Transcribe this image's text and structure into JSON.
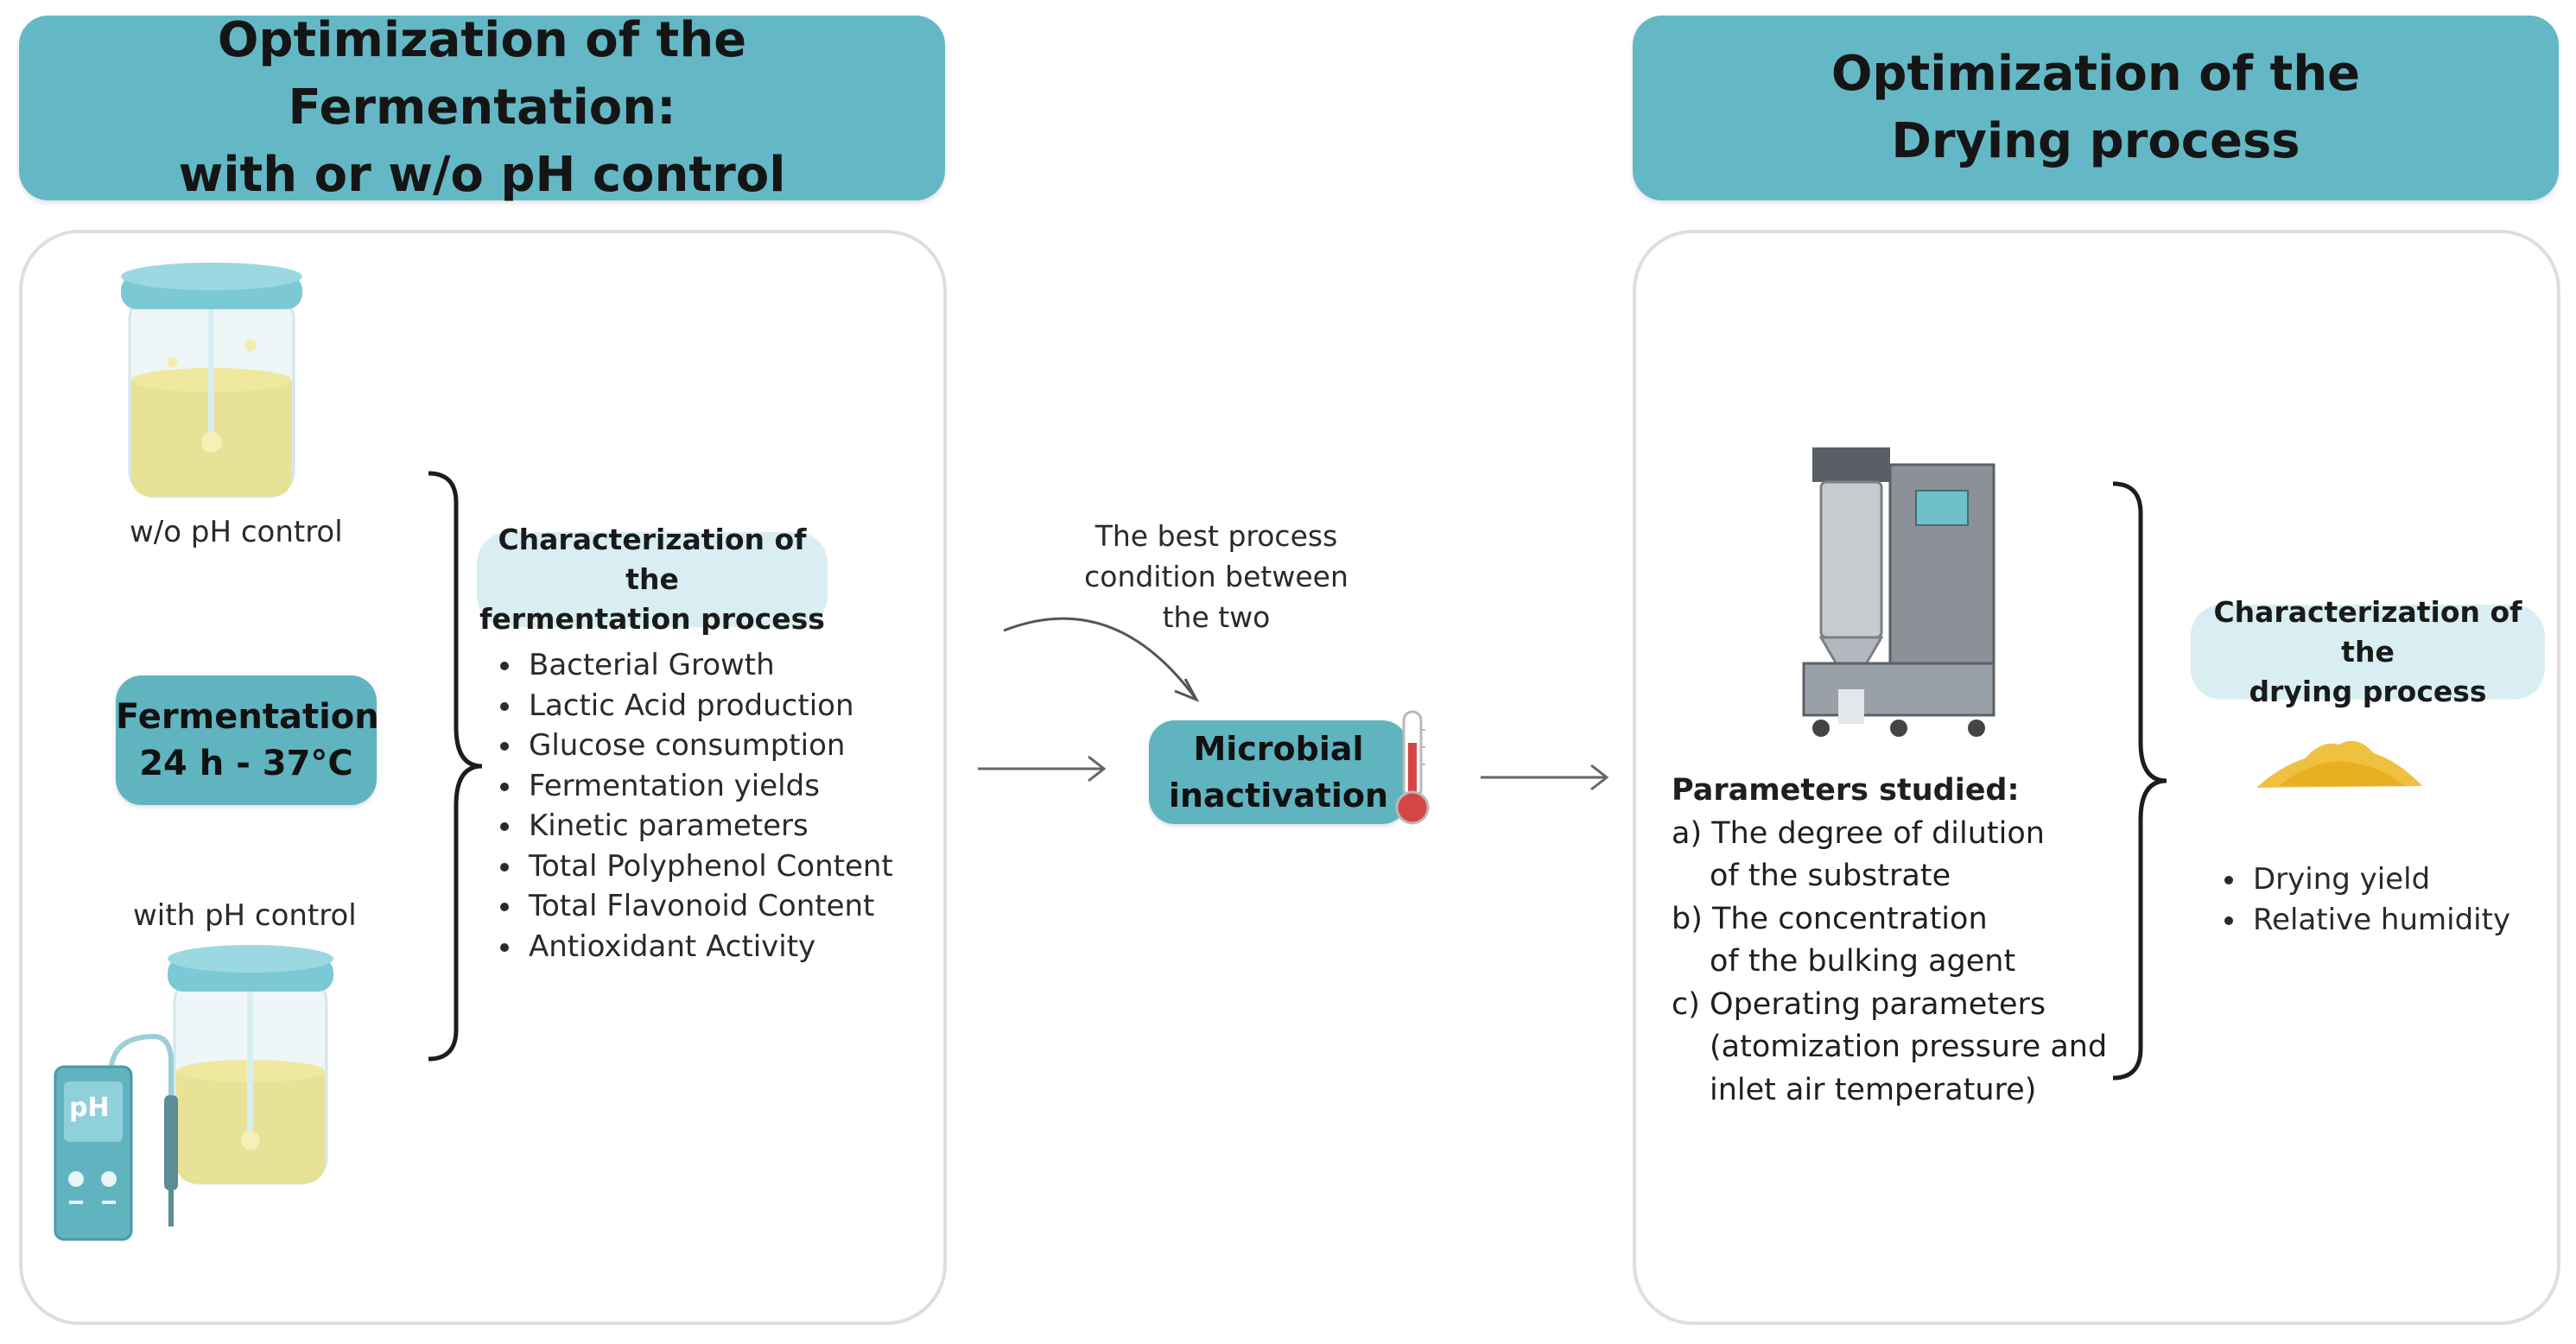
{
  "left_header": {
    "line1": "Optimization of the Fermentation:",
    "line2": "with or w/o pH control"
  },
  "right_header": {
    "line1": "Optimization of the",
    "line2": "Drying process"
  },
  "left_panel": {
    "label_without_ph": "w/o pH control",
    "label_with_ph": "with pH control",
    "fermentation_badge": {
      "line1": "Fermentation",
      "line2": "24 h - 37°C"
    },
    "ph_meter_screen": "pH",
    "characterization": {
      "line1": "Characterization of the",
      "line2": "fermentation process"
    },
    "bullets": [
      "Bacterial Growth",
      "Lactic Acid production",
      "Glucose consumption",
      "Fermentation yields",
      "Kinetic parameters",
      "Total Polyphenol Content",
      "Total Flavonoid Content",
      "Antioxidant Activity"
    ]
  },
  "middle": {
    "note": [
      "The best process",
      "condition between",
      "the two"
    ],
    "microbial_badge": {
      "line1": "Microbial",
      "line2": "inactivation"
    }
  },
  "right_panel": {
    "params_title": "Parameters studied:",
    "params": [
      {
        "text": "a) The degree of dilution",
        "indent": false
      },
      {
        "text": "of the substrate",
        "indent": true
      },
      {
        "text": "b) The concentration",
        "indent": false
      },
      {
        "text": "of the bulking agent",
        "indent": true
      },
      {
        "text": "c) Operating parameters",
        "indent": false
      },
      {
        "text": "(atomization pressure and",
        "indent": true
      },
      {
        "text": "inlet air temperature)",
        "indent": true
      }
    ],
    "characterization": {
      "line1": "Characterization of the",
      "line2": "drying process"
    },
    "bullets": [
      "Drying yield",
      "Relative humidity"
    ]
  },
  "colors": {
    "header": "#64b8c5",
    "pill": "#d8eef2",
    "badge": "#5fb4c0",
    "liquid": "#e6e08a",
    "jar_lid": "#7cc9d6"
  }
}
